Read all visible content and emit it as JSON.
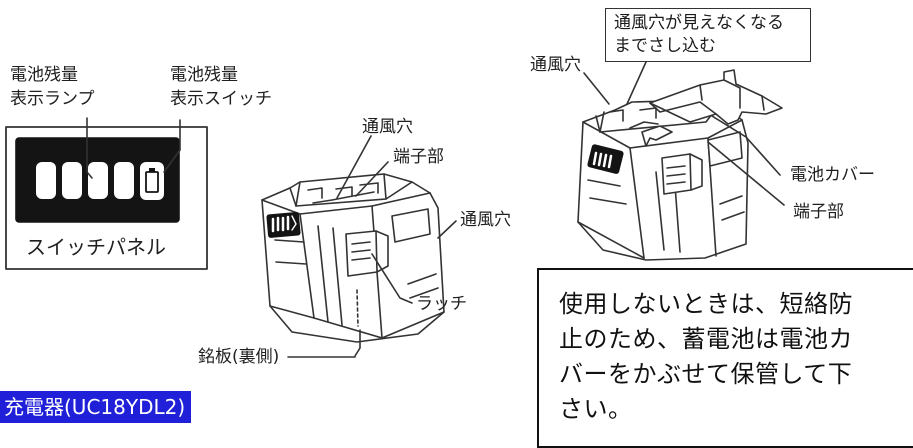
{
  "left_figure": {
    "lamp_label": [
      "電池残量",
      "表示ランプ"
    ],
    "switch_label": [
      "電池残量",
      "表示スイッチ"
    ],
    "panel_label": "スイッチパネル",
    "vent_top_label": "通風穴",
    "terminal_label": "端子部",
    "vent_side_label": "通風穴",
    "latch_label": "ラッチ",
    "nameplate_label": "銘板(裏側)"
  },
  "right_figure": {
    "callout_lines": [
      "通風穴が見えなくなる",
      "までさし込む"
    ],
    "vent_label": "通風穴",
    "cover_label": "電池カバー",
    "terminal_label": "端子部"
  },
  "notice": {
    "lines": [
      "使用しないときは、短絡防",
      "止のため、蓄電池は電池カ",
      "バーをかぶせて保管して下",
      "さい。"
    ]
  },
  "charger_heading": "充電器(UC18YDL2)"
}
